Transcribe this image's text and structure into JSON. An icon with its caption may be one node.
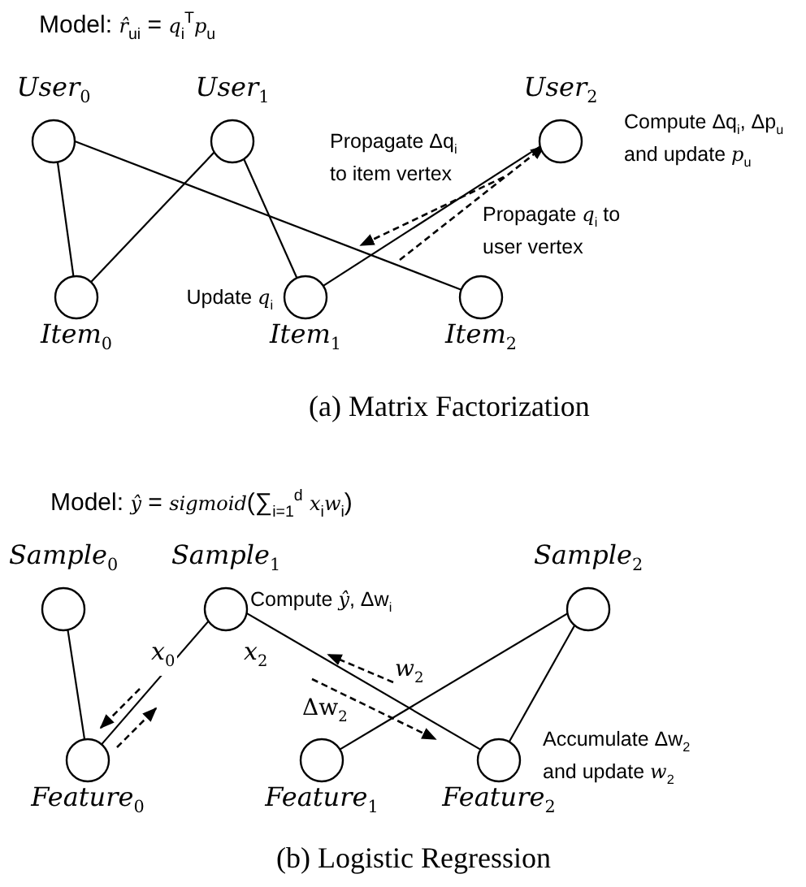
{
  "diagram": {
    "nodes": [
      {
        "text": [
          "*User*$_{0}$"
        ]
      },
      {
        "text": [
          "*User*$_{1}$"
        ]
      },
      {
        "text": [
          "*User*$_{2}$"
        ],
        "beside": [
          "Compute Δq$_{i}$, Δp$_{u}$ and update *p*$_{u}$"
        ]
      },
      {
        "text": [
          "*Item*$_{0}$"
        ]
      },
      {
        "text": [
          "*Item*$_{1}$"
        ],
        "beside": [
          "Update *q*$_{i}$"
        ]
      },
      {
        "text": [
          "*Item*$_{2}$"
        ]
      },
      {
        "text": [
          "*Sample*$_{0}$"
        ]
      },
      {
        "text": [
          "*Sample*$_{1}$"
        ],
        "beside": [
          "Compute *ŷ*, Δw$_{i}$"
        ]
      },
      {
        "text": [
          "*Sample*$_{2}$"
        ]
      },
      {
        "text": [
          "*Feature*$_{0}$"
        ]
      },
      {
        "text": [
          "*Feature*$_{1}$"
        ]
      },
      {
        "text": [
          "*Feature*$_{2}$"
        ],
        "beside": [
          "Accumulate Δw$_{2}$ and update *w*$_{2}$"
        ]
      }
    ],
    "edges": [
      {
        "from": 0,
        "to": 3,
        "arrow": "none"
      },
      {
        "from": 0,
        "to": 5,
        "arrow": "none"
      },
      {
        "from": 1,
        "to": 3,
        "arrow": "none"
      },
      {
        "from": 1,
        "to": 4,
        "arrow": "none"
      },
      {
        "from": 2,
        "to": 4,
        "arrow": "none"
      },
      {
        "from": 6,
        "to": 9,
        "arrow": "none"
      },
      {
        "from": 7,
        "to": 9,
        "arrow": "none",
        "label": "*x*$_{0}$"
      },
      {
        "from": 7,
        "to": 11,
        "arrow": "none",
        "label": "*x*$_{2}$"
      },
      {
        "from": 8,
        "to": 10,
        "arrow": "none"
      },
      {
        "from": 8,
        "to": 11,
        "arrow": "none"
      },
      {
        "from": null,
        "to": 2,
        "arrow": "to",
        "style": "dashed"
      }
    ],
    "labels": [
      "Model:  *r̂*$_{ui}$ = *q*$_{i}$$^{T}$*p*$_{u}$",
      "Propagate  Δq$_{i}$ to item vertex",
      "Propagate *q*$_{i}$ to user vertex",
      "(a) Matrix Factorization",
      "Model:  *ŷ* = *sigmoid*(∑$_{i=1}$$^{d}$ *x*$_{i}$*w*$_{i}$)",
      "*w*$_{2}$",
      "Δw$_{2}$",
      "(b) Logistic Regression"
    ]
  }
}
